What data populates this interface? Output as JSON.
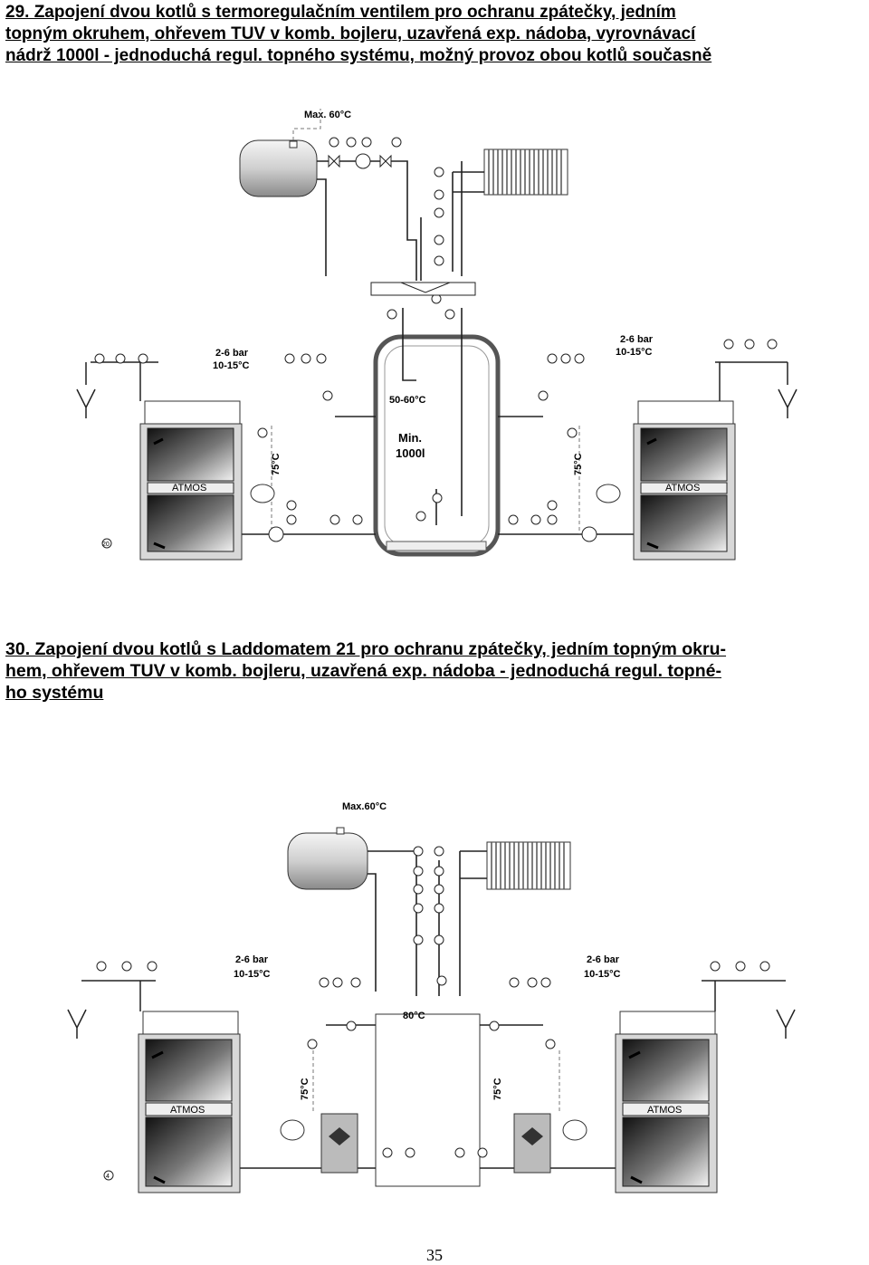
{
  "section29": {
    "heading_lines": [
      "29. Zapojení dvou kotlů s termoregulačním ventilem pro ochranu zpátečky, jedním",
      "topným okruhem, ohřevem TUV v komb. bojleru, uzavřená exp. nádoba, vyrovnávací",
      "nádrž 1000l  -  jednoduchá regul. topného systému, možný provoz obou kotlů současně"
    ],
    "labels": {
      "max_temp": "Max. 60°C",
      "pressure_left": "2-6 bar",
      "temp_range_left": "10-15°C",
      "pressure_right": "2-6 bar",
      "temp_range_right": "10-15°C",
      "tank_temp": "50-60°C",
      "tank_min": "Min.",
      "tank_volume": "1000l",
      "boiler_temp_left": "75°C",
      "boiler_temp_right": "75°C",
      "boiler_brand_left": "ATMOS",
      "boiler_brand_right": "ATMOS",
      "ref_corner": "20"
    }
  },
  "section30": {
    "heading_lines": [
      "30. Zapojení dvou kotlů s Laddomatem 21 pro ochranu zpátečky, jedním topným okru-",
      "hem, ohřevem TUV v komb. bojleru, uzavřená exp. nádoba  - jednoduchá regul. topné-",
      "ho systému"
    ],
    "labels": {
      "max_temp": "Max.60°C",
      "pressure_left": "2-6 bar",
      "temp_range_left": "10-15°C",
      "pressure_right": "2-6 bar",
      "temp_range_right": "10-15°C",
      "header_temp": "80°C",
      "boiler_temp_left": "75°C",
      "boiler_temp_right": "75°C",
      "boiler_brand_left": "ATMOS",
      "boiler_brand_right": "ATMOS",
      "ref_corner": "4"
    }
  },
  "page_number": "35"
}
